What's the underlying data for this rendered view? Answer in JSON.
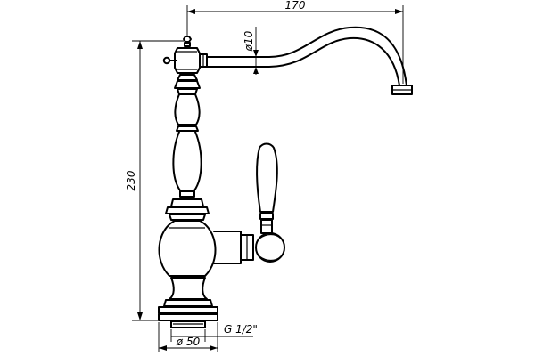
{
  "drawing": {
    "dimensions": {
      "spout_reach": "170",
      "height": "230",
      "pipe_diameter": "ø10",
      "base_diameter": "ø 50",
      "thread": "G 1/2\""
    }
  }
}
